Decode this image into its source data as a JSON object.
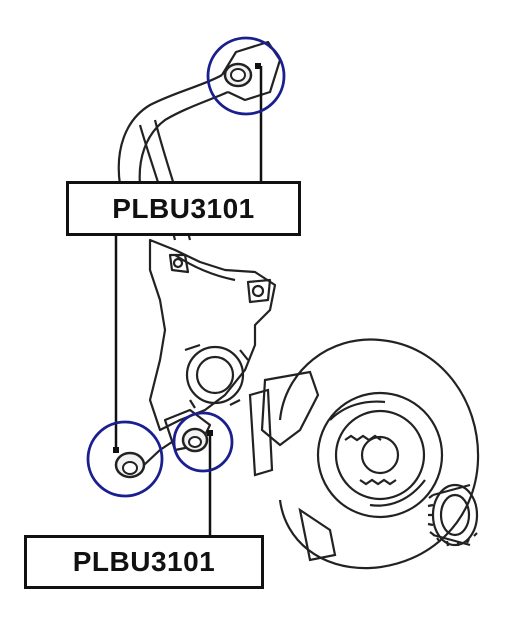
{
  "labels": {
    "top": "PLBU3101",
    "bottom": "PLBU3101"
  },
  "colors": {
    "callout_circle": "#1a1f8f",
    "line_art": "#222222",
    "leader": "#111111"
  },
  "icons": [
    "suspension-knuckle-drawing",
    "bushing-icon"
  ]
}
